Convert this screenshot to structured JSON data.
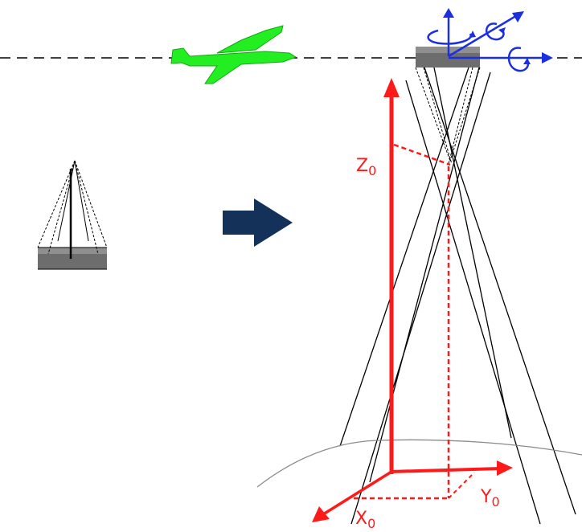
{
  "diagram": {
    "labels": {
      "z_axis": "Z",
      "z_sub": "0",
      "y_axis": "Y",
      "y_sub": "0",
      "x_axis": "X",
      "x_sub": "0"
    },
    "colors": {
      "flight_line": "#000000",
      "aircraft": "#22ee22",
      "aircraft_outline": "#11aa11",
      "arrow": "#143159",
      "camera_gray": "#6d6d6d",
      "projection_lines": "#000000",
      "axis_red": "#ff1a1a",
      "rotation_blue": "#1a2fe0",
      "ground": "#8a8a8a"
    },
    "icons": {
      "aircraft": "airplane-icon",
      "arrow": "right-arrow-icon",
      "small_camera": "camera-pyramid-icon",
      "large_camera": "camera-sensor-icon",
      "rotation_axes": "rotation-axes-icon"
    }
  }
}
